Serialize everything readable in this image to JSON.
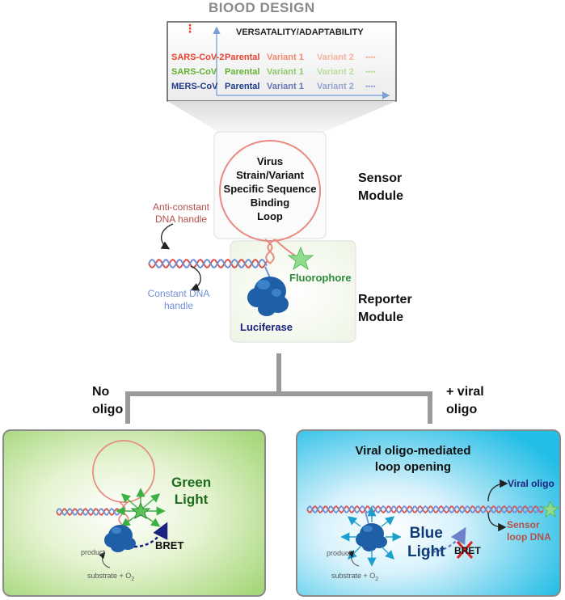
{
  "title": "BIOOD DESIGN",
  "table": {
    "header": "VERSATALITY/ADAPTABILITY",
    "more_rows": "⋮",
    "rows": [
      {
        "virus": "SARS-CoV-2",
        "color": "#e8412f",
        "cells": [
          "Parental",
          "Variant 1",
          "Variant 2"
        ],
        "cell_colors": [
          "#e8412f",
          "#ef8a6f",
          "#f5b49f"
        ]
      },
      {
        "virus": "SARS-CoV",
        "color": "#63b22f",
        "cells": [
          "Parental",
          "Variant 1",
          "Variant 2"
        ],
        "cell_colors": [
          "#63b22f",
          "#8ec86a",
          "#b9dc9d"
        ]
      },
      {
        "virus": "MERS-CoV",
        "color": "#1f3a8a",
        "cells": [
          "Parental",
          "Variant 1",
          "Variant 2"
        ],
        "cell_colors": [
          "#1f3a8a",
          "#6577b5",
          "#98a3cf"
        ]
      }
    ],
    "ellipsis": "••••"
  },
  "sensor": {
    "loop_lines": [
      "Virus",
      "Strain/Variant",
      "Specific Sequence",
      "Binding",
      "Loop"
    ],
    "module_label": [
      "Sensor",
      "Module"
    ]
  },
  "handles": {
    "anti_constant": [
      "Anti-constant",
      "DNA handle"
    ],
    "constant": [
      "Constant DNA",
      "handle"
    ]
  },
  "reporter": {
    "fluorophore": "Fluorophore",
    "luciferase": "Luciferase",
    "module_label": [
      "Reporter",
      "Module"
    ]
  },
  "branches": {
    "left": [
      "No",
      "oligo"
    ],
    "right": [
      "+ viral",
      "oligo"
    ]
  },
  "left_panel": {
    "light": [
      "Green",
      "Light"
    ],
    "bret": "BRET",
    "product": "product",
    "substrate": "substrate + O",
    "substrate_sub": "2"
  },
  "right_panel": {
    "title": [
      "Viral oligo-mediated",
      "loop opening"
    ],
    "viral_oligo": "Viral oligo",
    "sensor_dna": [
      "Sensor",
      "loop DNA"
    ],
    "light": [
      "Blue",
      "Light"
    ],
    "bret": "BRET",
    "product": "product",
    "substrate": "substrate + O",
    "substrate_sub": "2"
  },
  "colors": {
    "helix_red": "#d9534f",
    "helix_blue": "#6f8fd6",
    "loop": "#e98a80",
    "green_light": "#1e6b1e",
    "blue_light": "#123b7a",
    "luciferase": "#1f5fa8",
    "fluorophore": "#8fdc8f"
  }
}
